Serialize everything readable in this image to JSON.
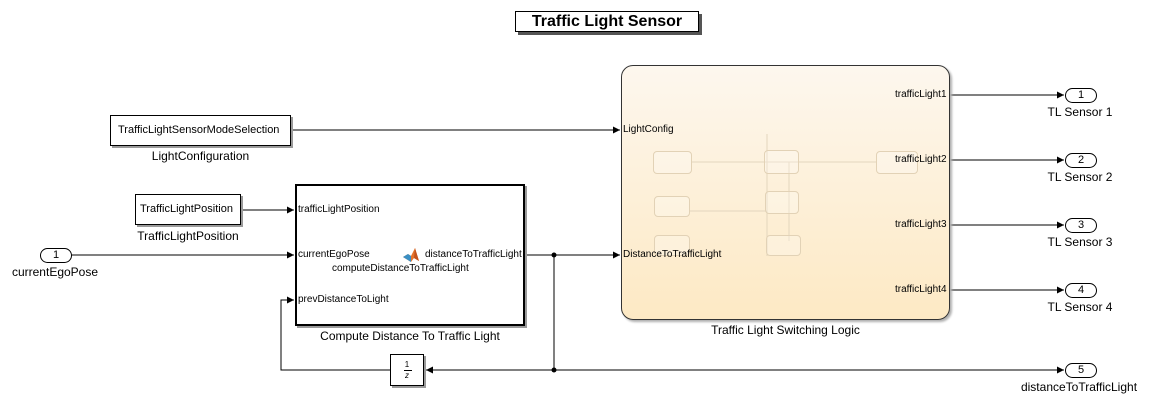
{
  "diagram": {
    "title": "Traffic Light Sensor",
    "blocks": {
      "mode_selection": {
        "text": "TrafficLightSensorModeSelection",
        "label": "LightConfiguration"
      },
      "position": {
        "text": "TrafficLightPosition",
        "label": "TrafficLightPosition"
      },
      "compute": {
        "inputs": [
          "trafficLightPosition",
          "currentEgoPose",
          "prevDistanceToLight"
        ],
        "output": "distanceToTrafficLight",
        "function_name": "computeDistanceToTrafficLight",
        "label": "Compute Distance To Traffic Light"
      },
      "switching": {
        "inputs": [
          "LightConfig",
          "DistanceToTrafficLight"
        ],
        "outputs": [
          "trafficLight1",
          "trafficLight2",
          "trafficLight3",
          "trafficLight4"
        ],
        "label": "Traffic Light Switching Logic"
      },
      "unit_delay": {
        "numerator": "1",
        "denominator": "z"
      }
    },
    "inports": [
      {
        "number": "1",
        "label": "currentEgoPose"
      }
    ],
    "outports": [
      {
        "number": "1",
        "label": "TL Sensor 1"
      },
      {
        "number": "2",
        "label": "TL Sensor 2"
      },
      {
        "number": "3",
        "label": "TL Sensor 3"
      },
      {
        "number": "4",
        "label": "TL Sensor 4"
      },
      {
        "number": "5",
        "label": "distanceToTrafficLight"
      }
    ]
  }
}
